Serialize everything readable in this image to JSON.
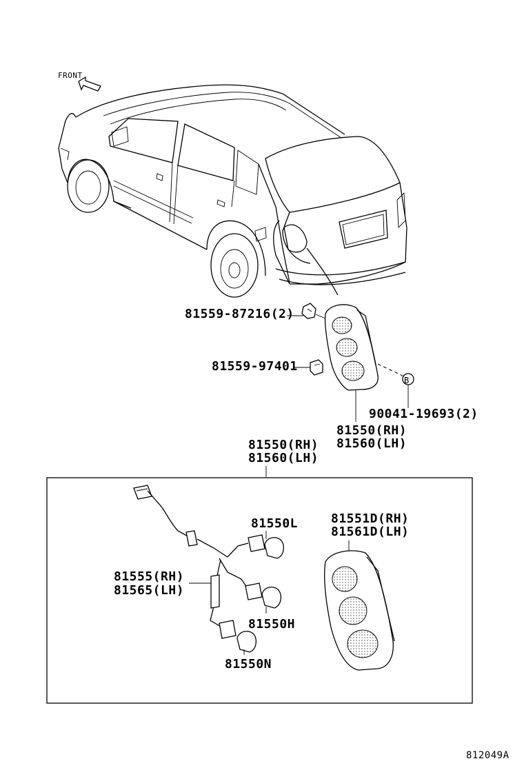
{
  "diagram": {
    "front_label": "FRONT",
    "callout_b": "B",
    "figure_code": "812049A",
    "parts": {
      "clip_upper": "81559-87216(2)",
      "clip_lower": "81559-97401",
      "screw": "90041-19693(2)",
      "lamp_assy_rh": "81550(RH)",
      "lamp_assy_lh": "81560(LH)",
      "box_title_rh": "81550(RH)",
      "box_title_lh": "81560(LH)",
      "socket_l": "81550L",
      "lens_rh": "81551D(RH)",
      "lens_lh": "81561D(LH)",
      "wire_rh": "81555(RH)",
      "wire_lh": "81565(LH)",
      "socket_h": "81550H",
      "socket_n": "81550N"
    }
  }
}
